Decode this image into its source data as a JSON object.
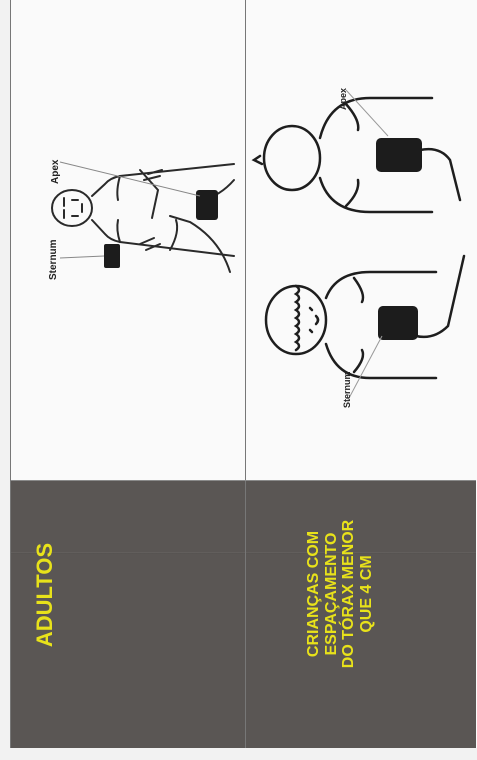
{
  "adults_section": {
    "title": "ADULTOS",
    "label_sternum": "Sternum",
    "label_apex": "Apex"
  },
  "children_section": {
    "title_lines": [
      "CRIANÇAS COM",
      "ESPAÇAMENTO",
      "DO TÓRAX MENOR",
      "QUE 4 CM"
    ],
    "label_sternum": "Sternum",
    "label_apex": "Apex"
  },
  "colors": {
    "label_yellow": "#e8e21a",
    "panel_dark": "#5a5654",
    "pad_fill": "#1c1c1c"
  }
}
